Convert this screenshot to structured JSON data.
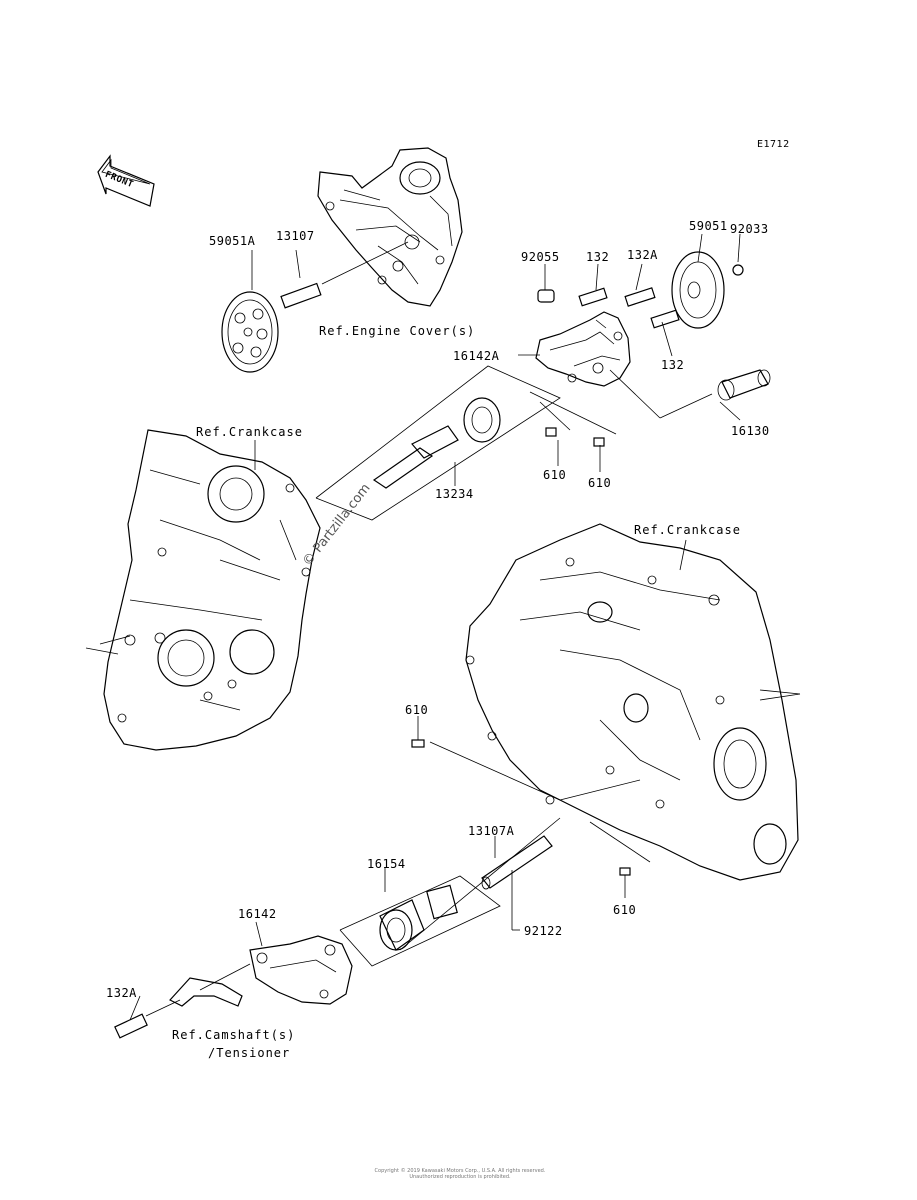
{
  "diagram_code": "E1712",
  "front_badge": "FRONT",
  "watermark": "© Partzilla.com",
  "footer_lines": [
    "Copyright © 2019 Kawasaki Motors Corp., U.S.A. All rights reserved.",
    "Unauthorized reproduction is prohibited."
  ],
  "labels": {
    "p59051A": "59051A",
    "p13107": "13107",
    "ref_engine_cover": "Ref.Engine Cover(s)",
    "p92055": "92055",
    "p132_top": "132",
    "p132A_top": "132A",
    "p59051": "59051",
    "p92033": "92033",
    "p16142A": "16142A",
    "p132_mid": "132",
    "p16130": "16130",
    "ref_crankcase_left": "Ref.Crankcase",
    "p13234": "13234",
    "p610_a": "610",
    "p610_b": "610",
    "ref_crankcase_right": "Ref.Crankcase",
    "p610_c": "610",
    "p13107A": "13107A",
    "p16154": "16154",
    "p610_d": "610",
    "p92122": "92122",
    "p16142": "16142",
    "p132A_bottom": "132A",
    "ref_camshaft": "Ref.Camshaft(s)",
    "ref_tensioner": "/Tensioner"
  }
}
